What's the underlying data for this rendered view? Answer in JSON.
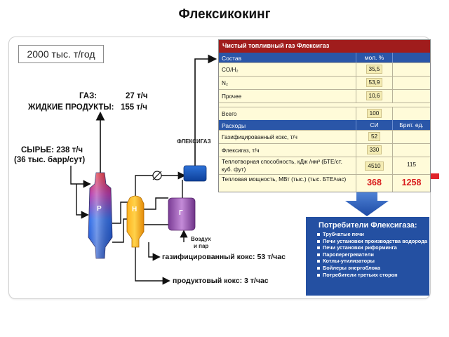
{
  "title": "Флексикокинг",
  "capacity": "2000 тыс. т/год",
  "gas_label": "ГАЗ:",
  "gas_value": "27 т/ч",
  "liquid_label": "ЖИДКИЕ ПРОДУКТЫ:",
  "liquid_value": "155 т/ч",
  "feed_line1": "СЫРЬЕ: 238 т/ч",
  "feed_line2": "(36 тыс. барр/сут)",
  "flexigas_label": "ФЛЕКСИГАЗ",
  "air_line1": "Воздух",
  "air_line2": "и пар",
  "gasified_coke": "газифицированный кокс: 53 т/час",
  "product_coke": "продуктовый кокс: 3 т/час",
  "vessels": {
    "reactor": "Р",
    "heater": "Н",
    "gasifier": "Г"
  },
  "table": {
    "header": "Чистый топливный газ Флексигаз",
    "composition": {
      "col1": "Состав",
      "col2": "мол. %",
      "rows": [
        {
          "name": "CO/H₂",
          "value": "35,5"
        },
        {
          "name": "N₂",
          "value": "53,9"
        },
        {
          "name": "Прочее",
          "value": "10,6"
        }
      ],
      "total_label": "Всего",
      "total_value": "100"
    },
    "flows": {
      "col1": "Расходы",
      "col2": "СИ",
      "col3": "Брит. ед.",
      "rows": [
        {
          "name": "Газифицированный кокс, т/ч",
          "si": "52",
          "brit": ""
        },
        {
          "name": "Флексигаз, т/ч",
          "si": "330",
          "brit": ""
        },
        {
          "name": "Теплотворная способность, кДж /нм³ (БТЕ/ст. куб. фут)",
          "si": "4510",
          "brit": "115"
        },
        {
          "name": "Тепловая мощность, МВт (тыс.) (тыс. БТЕ/час)",
          "si": "368",
          "brit": "1258"
        }
      ]
    }
  },
  "consumers": {
    "title": "Потребители Флексигаза:",
    "items": [
      "Трубчатые печи",
      "Печи установки производства водорода",
      "Печи установки риформинга",
      "Пароперегреватели",
      "Котлы-утилизаторы",
      "Бойлеры энергоблока",
      "Потребители третьих сторон"
    ]
  },
  "colors": {
    "header_red": "#a01c1c",
    "section_blue": "#2a56a8",
    "table_bg": "#fffbd9",
    "highlight_red": "#d81b1b",
    "consumers_blue": "#2450a2",
    "reactor_blue": "#1f62d8",
    "heater_orange": "#f7a416",
    "gasifier_purple": "#8a4aa3"
  }
}
